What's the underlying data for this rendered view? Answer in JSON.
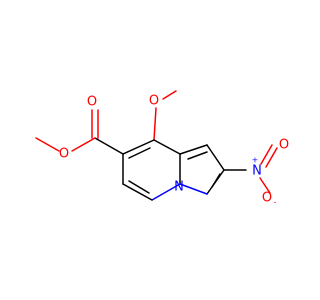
{
  "molecule": {
    "colors": {
      "carbon_bond": "#000000",
      "oxygen": "#ff0000",
      "nitrogen": "#0000ff"
    },
    "atoms": {
      "ester_carbonyl_oxygen": "O",
      "ester_ether_oxygen": "O",
      "methoxy_oxygen": "O",
      "ring_nitrogen": "N",
      "nitro_nitrogen": "N",
      "nitro_upper_oxygen": "O",
      "nitro_lower_oxygen": "O"
    },
    "charges": {
      "nitro_nitrogen": "+",
      "nitro_lower_oxygen": "-"
    }
  }
}
